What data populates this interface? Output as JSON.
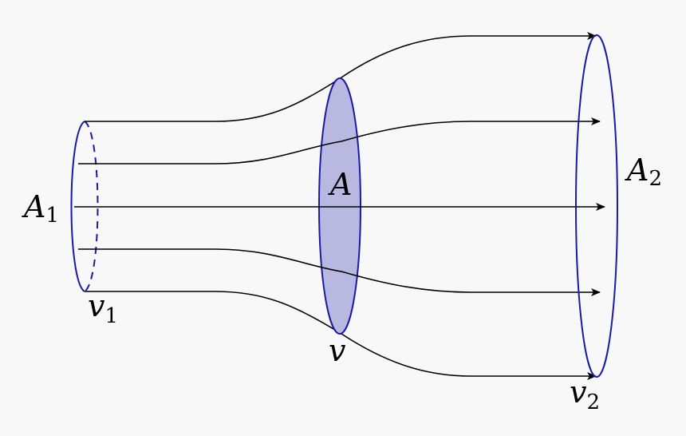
{
  "labels": {
    "a1": "A",
    "a1_sub": "1",
    "a": "A",
    "a2": "A",
    "a2_sub": "2",
    "v1": "v",
    "v1_sub": "1",
    "v": "v",
    "v2": "v",
    "v2_sub": "2"
  },
  "colors": {
    "background": "#f8f8f8",
    "tube_outline": "#1a1aa6",
    "disc_fill": "#b8b8e0",
    "streamline": "#000000"
  }
}
